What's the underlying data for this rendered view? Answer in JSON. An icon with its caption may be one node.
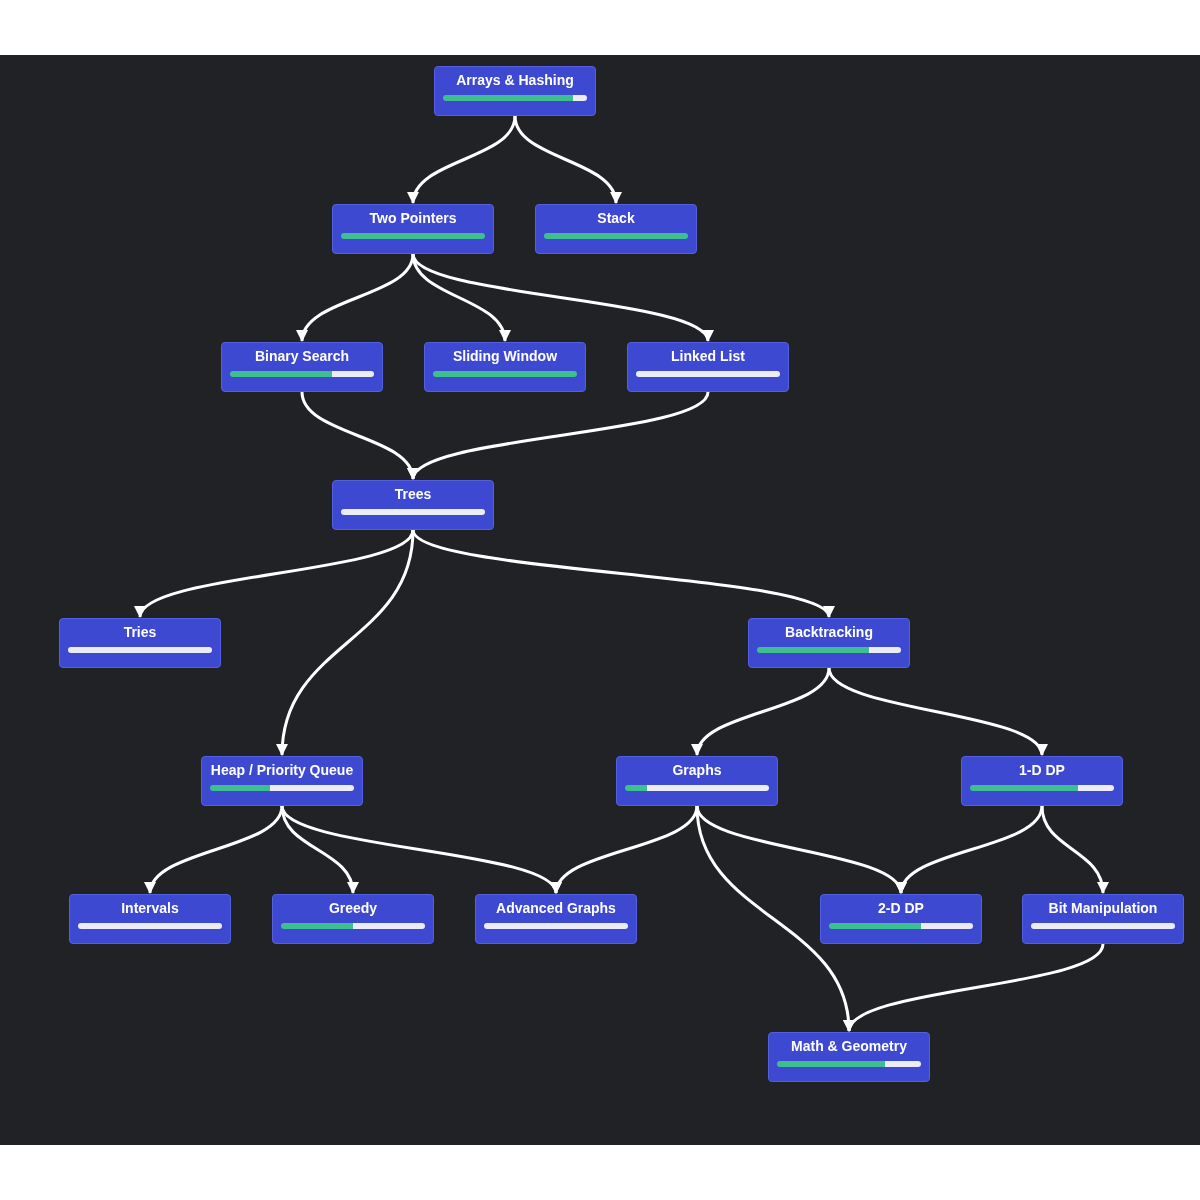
{
  "diagram": {
    "nodes": [
      {
        "text": [
          "Arrays & Hashing"
        ]
      },
      {
        "text": [
          "Two Pointers"
        ]
      },
      {
        "text": [
          "Stack"
        ]
      },
      {
        "text": [
          "Binary Search"
        ]
      },
      {
        "text": [
          "Sliding Window"
        ]
      },
      {
        "text": [
          "Linked List"
        ]
      },
      {
        "text": [
          "Trees"
        ]
      },
      {
        "text": [
          "Tries"
        ]
      },
      {
        "text": [
          "Backtracking"
        ]
      },
      {
        "text": [
          "Heap / Priority Queue"
        ]
      },
      {
        "text": [
          "Graphs"
        ]
      },
      {
        "text": [
          "1-D DP"
        ]
      },
      {
        "text": [
          "Intervals"
        ]
      },
      {
        "text": [
          "Greedy"
        ]
      },
      {
        "text": [
          "Advanced Graphs"
        ]
      },
      {
        "text": [
          "2-D DP"
        ]
      },
      {
        "text": [
          "Bit Manipulation"
        ]
      },
      {
        "text": [
          "Math & Geometry"
        ]
      }
    ],
    "edges": [
      {
        "from": 0,
        "to": 1,
        "arrow": "to"
      },
      {
        "from": 0,
        "to": 2,
        "arrow": "to"
      },
      {
        "from": 1,
        "to": 3,
        "arrow": "to"
      },
      {
        "from": 1,
        "to": 4,
        "arrow": "to"
      },
      {
        "from": 1,
        "to": 5,
        "arrow": "to"
      },
      {
        "from": 3,
        "to": 6,
        "arrow": "to"
      },
      {
        "from": 5,
        "to": 6,
        "arrow": "to"
      },
      {
        "from": 6,
        "to": 7,
        "arrow": "to"
      },
      {
        "from": 6,
        "to": 9,
        "arrow": "to"
      },
      {
        "from": 6,
        "to": 8,
        "arrow": "to"
      },
      {
        "from": 8,
        "to": 10,
        "arrow": "to"
      },
      {
        "from": 8,
        "to": 11,
        "arrow": "to"
      },
      {
        "from": 9,
        "to": 12,
        "arrow": "to"
      },
      {
        "from": 9,
        "to": 13,
        "arrow": "to"
      },
      {
        "from": 9,
        "to": 14,
        "arrow": "to"
      },
      {
        "from": 10,
        "to": 14,
        "arrow": "to"
      },
      {
        "from": 10,
        "to": 15,
        "arrow": "to"
      },
      {
        "from": 10,
        "to": 17,
        "arrow": "to"
      },
      {
        "from": 11,
        "to": 15,
        "arrow": "to"
      },
      {
        "from": 11,
        "to": 16,
        "arrow": "to"
      },
      {
        "from": 16,
        "to": 17,
        "arrow": "to"
      }
    ]
  }
}
